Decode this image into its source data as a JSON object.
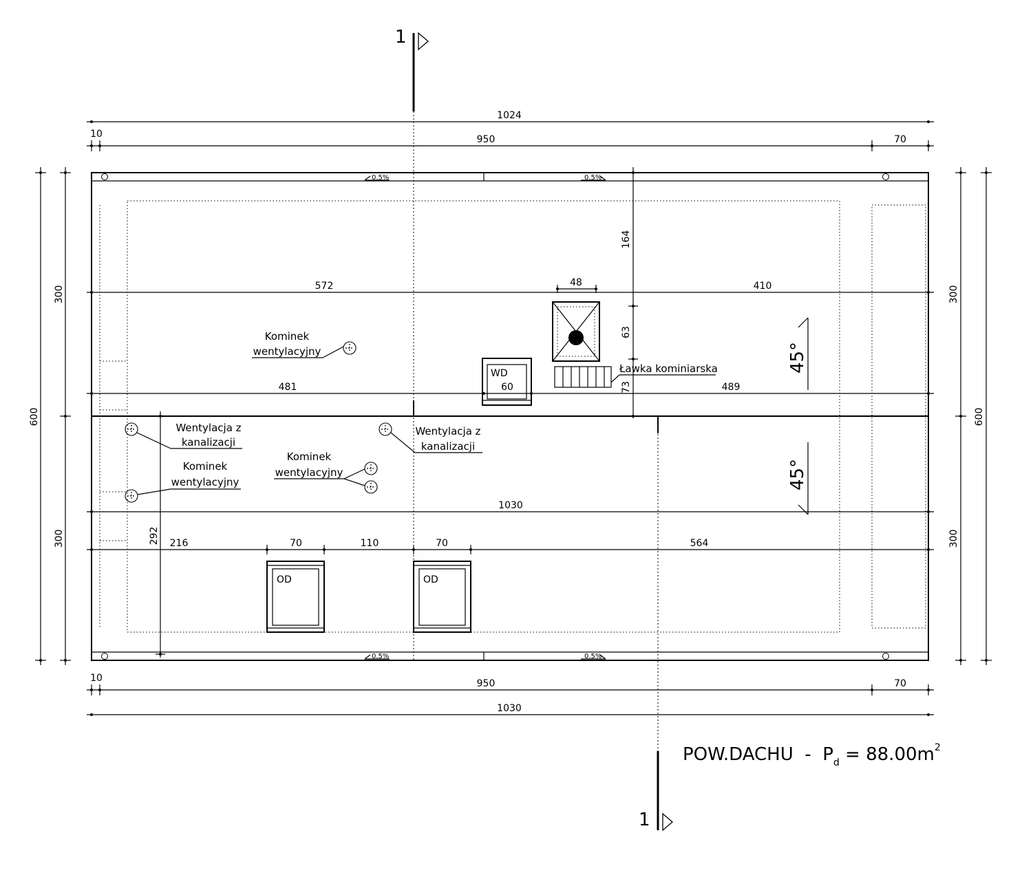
{
  "section_marks": {
    "top": "1",
    "bottom": "1"
  },
  "dimensions": {
    "top_overall": "1024",
    "top_left": "10",
    "top_main": "950",
    "top_right": "70",
    "bottom_left": "10",
    "bottom_main": "950",
    "bottom_right": "70",
    "bottom_overall": "1030",
    "left_upper": "300",
    "left_total": "600",
    "left_lower": "300",
    "right_upper": "300",
    "right_total": "600",
    "right_lower": "300",
    "row1_left": "572",
    "row1_chimney": "48",
    "row1_right": "410",
    "chimney_v_top": "164",
    "chimney_v_mid": "63",
    "chimney_v_low": "73",
    "row2_left": "481",
    "row2_hatch": "60",
    "row2_right": "489",
    "row3_full": "1030",
    "row4_a": "216",
    "row4_window1": "70",
    "row4_gap": "110",
    "row4_window2": "70",
    "row4_rest": "564",
    "vent_vertical": "292"
  },
  "slopes": {
    "a": "0.5%",
    "b": "0.5%",
    "c": "0.5%",
    "d": "0.5%"
  },
  "angles": {
    "upper": "45°",
    "lower": "45°"
  },
  "labels": {
    "kominek_1_line1": "Kominek",
    "kominek_1_line2": "wentylacyjny",
    "kominek_2_line1": "Kominek",
    "kominek_2_line2": "wentylacyjny",
    "kominek_3_line1": "Kominek",
    "kominek_3_line2": "wentylacyjny",
    "went_1_line1": "Wentylacja z",
    "went_1_line2": "kanalizacji",
    "went_2_line1": "Wentylacja z",
    "went_2_line2": "kanalizacji",
    "lawka": "Ławka kominiarska",
    "hatch": "WD",
    "window_1": "OD",
    "window_2": "OD"
  },
  "roof_area": {
    "prefix": "POW.DACHU  -  P",
    "sub": "d",
    "value": " = 88.00m",
    "sup": "2"
  }
}
